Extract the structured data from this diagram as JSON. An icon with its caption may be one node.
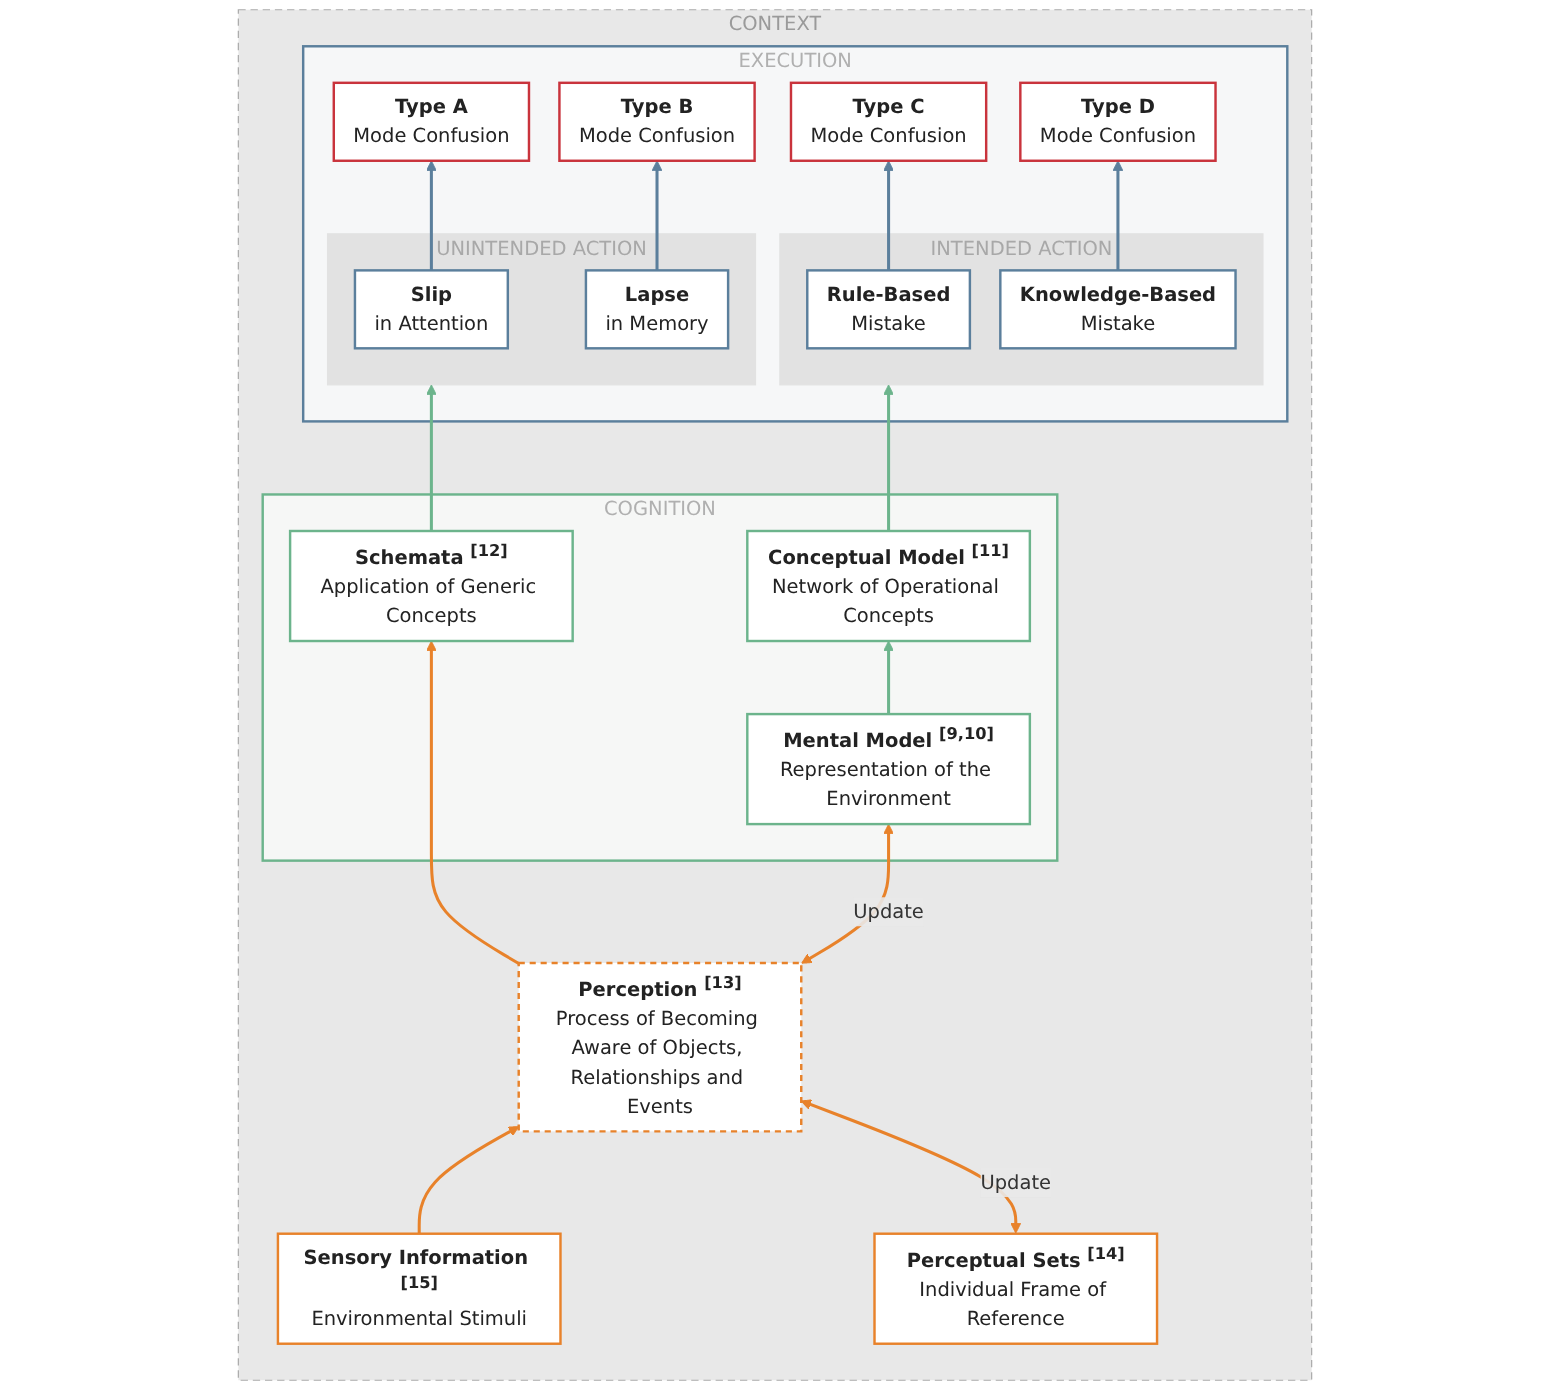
{
  "diagram": {
    "nodes": [
      {
        "text": [
          "CONTEXT"
        ]
      },
      {
        "text": [
          "EXECUTION"
        ],
        "in": 0
      },
      {
        "text": [
          "Type A",
          "Mode Confusion"
        ],
        "in": 1
      },
      {
        "text": [
          "Type B",
          "Mode Confusion"
        ],
        "in": 1
      },
      {
        "text": [
          "Type C",
          "Mode Confusion"
        ],
        "in": 1
      },
      {
        "text": [
          "Type D",
          "Mode Confusion"
        ],
        "in": 1
      },
      {
        "text": [
          "UNINTENDED ACTION"
        ],
        "in": 1
      },
      {
        "text": [
          "Slip",
          "in Attention"
        ],
        "in": 6
      },
      {
        "text": [
          "Lapse",
          "in Memory"
        ],
        "in": 6
      },
      {
        "text": [
          "INTENDED ACTION"
        ],
        "in": 1
      },
      {
        "text": [
          "Rule-Based",
          "Mistake"
        ],
        "in": 9
      },
      {
        "text": [
          "Knowledge-Based",
          "Mistake"
        ],
        "in": 9
      },
      {
        "text": [
          "COGNITION"
        ],
        "in": 0
      },
      {
        "text": [
          "Schemata $^{[12]}$",
          "Application of Generic Concepts"
        ],
        "in": 12
      },
      {
        "text": [
          "Conceptual Model $^{[11]}$",
          "Network of Operational Concepts"
        ],
        "in": 12
      },
      {
        "text": [
          "Mental Model $^{[9,10]}$",
          "Representation of the Environment"
        ],
        "in": 12
      },
      {
        "text": [
          "Perception $^{[13]}$",
          "Process of Becoming Aware of Objects, Relationships and Events"
        ],
        "in": 0
      },
      {
        "text": [
          "Sensory Information $^{[15]}$",
          "Environmental Stimuli"
        ],
        "in": 0
      },
      {
        "text": [
          "Perceptual Sets $^{[14]}$",
          "Individual Frame of Reference"
        ],
        "in": 0
      }
    ],
    "edges": [
      {
        "from": 7,
        "to": 2,
        "arrow": "to",
        "color": "#5b7f9c"
      },
      {
        "from": 8,
        "to": 3,
        "arrow": "to",
        "color": "#5b7f9c"
      },
      {
        "from": 10,
        "to": 4,
        "arrow": "to",
        "color": "#5b7f9c"
      },
      {
        "from": 11,
        "to": 5,
        "arrow": "to",
        "color": "#5b7f9c"
      },
      {
        "from": 13,
        "to": 6,
        "arrow": "to",
        "color": "#6cb48c"
      },
      {
        "from": 14,
        "to": 9,
        "arrow": "to",
        "color": "#6cb48c"
      },
      {
        "from": 15,
        "to": 14,
        "arrow": "to",
        "color": "#6cb48c"
      },
      {
        "from": 16,
        "to": 15,
        "label": "Update",
        "arrow": "both",
        "color": "#e8822a"
      },
      {
        "from": 16,
        "to": 13,
        "arrow": "to",
        "color": "#e8822a"
      },
      {
        "from": 17,
        "to": 16,
        "arrow": "to",
        "color": "#e8822a"
      },
      {
        "from": 18,
        "to": 16,
        "label": "Update",
        "arrow": "both",
        "color": "#e8822a"
      }
    ]
  }
}
